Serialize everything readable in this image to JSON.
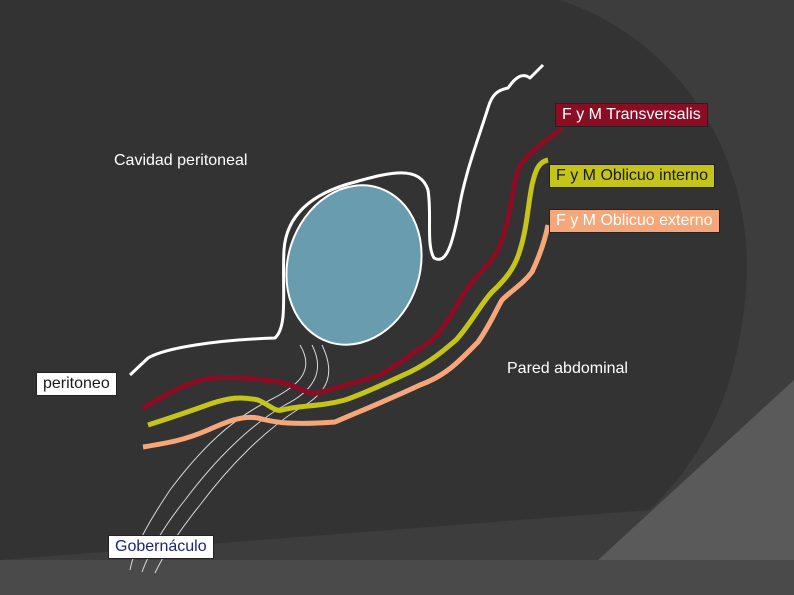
{
  "labels": {
    "cavidad": "Cavidad peritoneal",
    "transversalis": "F y M Transversalis",
    "oblicuo_interno": "F y M Oblicuo interno",
    "oblicuo_externo": "F y M Oblicuo externo",
    "pared": "Pared abdominal",
    "peritoneo": "peritoneo",
    "gubernaculo": "Gobernáculo"
  },
  "colors": {
    "background": "#3d3d3d",
    "background_arc": "#333333",
    "corner_wedge": "#5a5a5a",
    "peritoneum_line": "#ffffff",
    "testis_fill": "#6a9caf",
    "transversalis": "#8b0d24",
    "oblicuo_interno": "#c4c41a",
    "oblicuo_externo": "#f5a77a",
    "gubernaculo_label_text": "#1a237e"
  }
}
